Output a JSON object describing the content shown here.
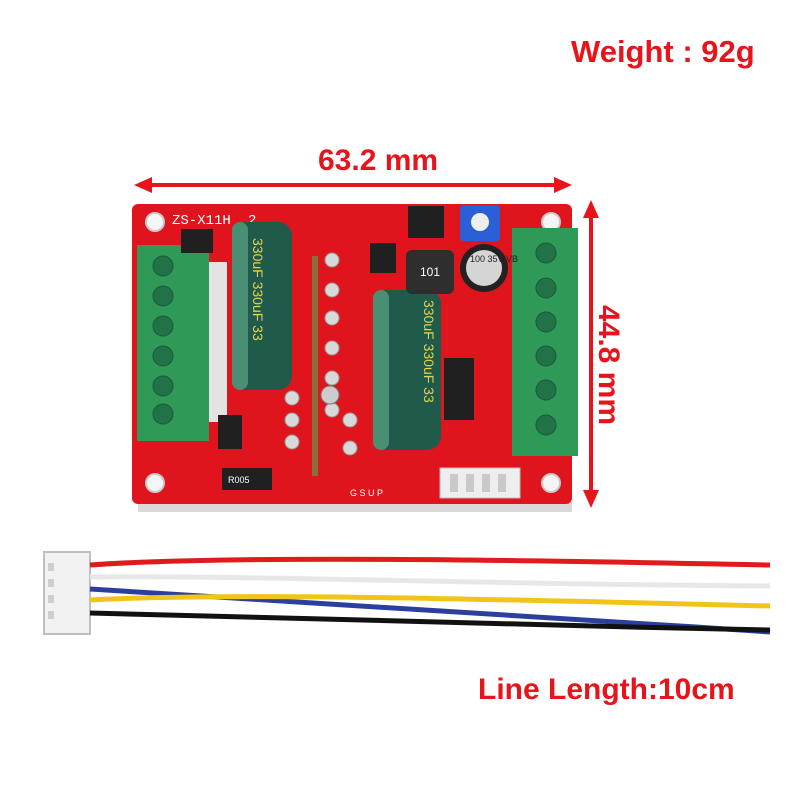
{
  "labels": {
    "weight": "Weight : 92g",
    "width": "63.2 mm",
    "height": "44.8 mm",
    "line_length": "Line Length:10cm"
  },
  "board": {
    "silkscreen": "ZS-X11H",
    "silkscreen_suffix": "2",
    "capacitor_left_text": "330uF 330uF 33",
    "capacitor_center_text": "330uF 330uF 33",
    "small_cap_text": "100 35V VB",
    "inductor_text": "101",
    "resistor_text": "R005",
    "header_pins": "G S U P"
  },
  "colors": {
    "label_red": "#e8141c",
    "pcb_red": "#e0141c",
    "terminal_green": "#2f9a58",
    "capacitor_green": "#1f5a4a",
    "wire_red": "#e01b1b",
    "wire_white": "#e7e7e7",
    "wire_blue": "#2a3f9e",
    "wire_yellow": "#f0c419",
    "wire_black": "#111111"
  }
}
